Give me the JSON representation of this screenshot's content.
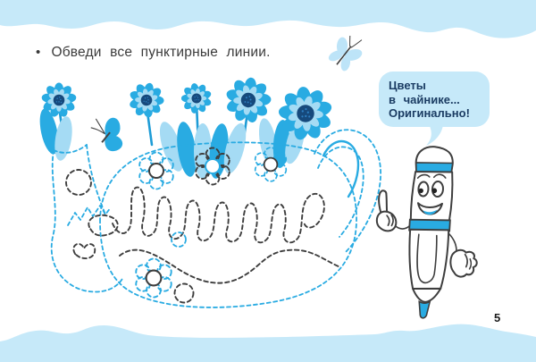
{
  "page": {
    "number": "5"
  },
  "instruction": {
    "bullet": "•",
    "text": "Обведи все пунктирные линии."
  },
  "speech_bubble": {
    "line1": "Цветы",
    "line2": "в чайнике...",
    "line3": "Оригинально!"
  },
  "colors": {
    "accent_blue": "#29abe2",
    "light_blue": "#a5dbf4",
    "pale_blue_wave": "#c6e9f9",
    "flower_center_navy": "#16497c",
    "outline_dark": "#3e3e3e",
    "bubble_text_navy": "#1b3c63"
  },
  "icons": {
    "illustration": "dotted-teapot-with-flowers-illustration",
    "character": "marker-pen-character",
    "butterfly_light": "light-blue-butterfly-icon",
    "butterfly_bright": "bright-blue-butterfly-icon"
  }
}
